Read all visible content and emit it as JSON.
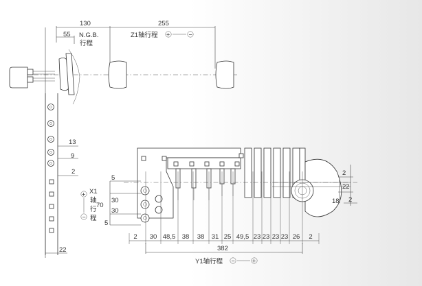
{
  "top": {
    "dim_130": "130",
    "dim_255": "255",
    "dim_55": "55",
    "ngb_line1": "N.G.B.",
    "ngb_line2": "行程",
    "z1_label": "Z1轴行程",
    "plus_sign": "+",
    "minus_sign": "−"
  },
  "left_dims": {
    "d13": "13",
    "d9": "9",
    "d2": "2",
    "d22": "22"
  },
  "x1": {
    "label": "X1",
    "chars": [
      "轴",
      "行",
      "程"
    ],
    "d5_top": "5",
    "d30_a": "30",
    "d70": "70",
    "d30_b": "30",
    "d5_bot": "5",
    "plus": "+",
    "minus": "−"
  },
  "right_dims": {
    "r2": "2",
    "r22": "22",
    "r2b": "2",
    "r18": "18"
  },
  "bottom": {
    "spacings": [
      "2",
      "30",
      "48,5",
      "38",
      "38",
      "31",
      "25",
      "49,5",
      "23",
      "23",
      "23",
      "23",
      "26",
      "2"
    ],
    "total": "382",
    "y1_label": "Y1轴行程",
    "minus": "−",
    "plus": "+"
  },
  "colors": {
    "line": "#333333",
    "bg_light": "#ffffff",
    "bg_dark": "#e7e7e7"
  }
}
